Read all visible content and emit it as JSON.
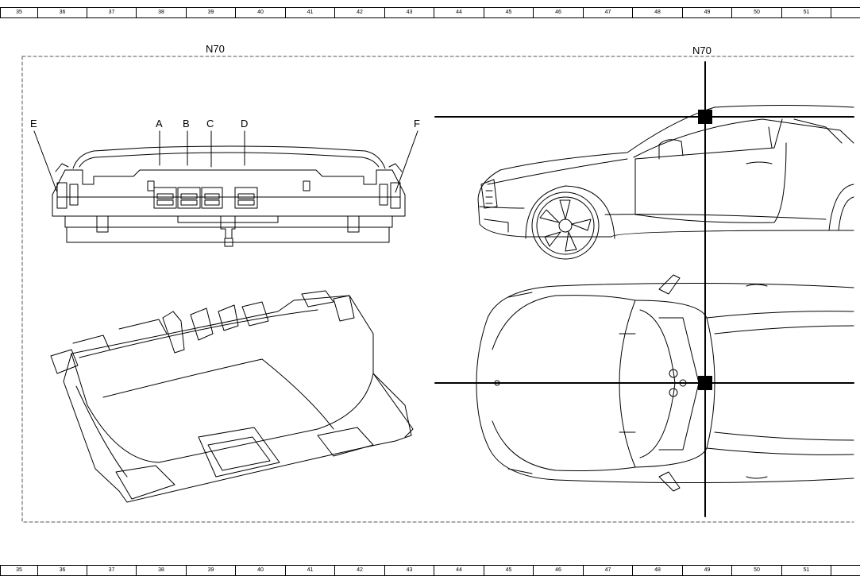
{
  "ruler_top": [
    "35",
    "36",
    "37",
    "38",
    "39",
    "40",
    "41",
    "42",
    "43",
    "44",
    "45",
    "46",
    "47",
    "48",
    "49",
    "50",
    "51"
  ],
  "ruler_bottom": [
    "35",
    "36",
    "37",
    "38",
    "39",
    "40",
    "41",
    "42",
    "43",
    "44",
    "45",
    "46",
    "47",
    "48",
    "49",
    "50",
    "51"
  ],
  "component_label_left": "N70",
  "component_label_right": "N70",
  "connector_labels": {
    "E": "E",
    "A": "A",
    "B": "B",
    "C": "C",
    "D": "D",
    "F": "F"
  },
  "colors": {
    "line": "#000000",
    "background": "#ffffff",
    "frame": "#666666"
  },
  "icons": [
    "overhead-control-panel-front-view",
    "overhead-control-panel-iso-view",
    "car-side-view",
    "car-top-view",
    "location-marker-square"
  ]
}
